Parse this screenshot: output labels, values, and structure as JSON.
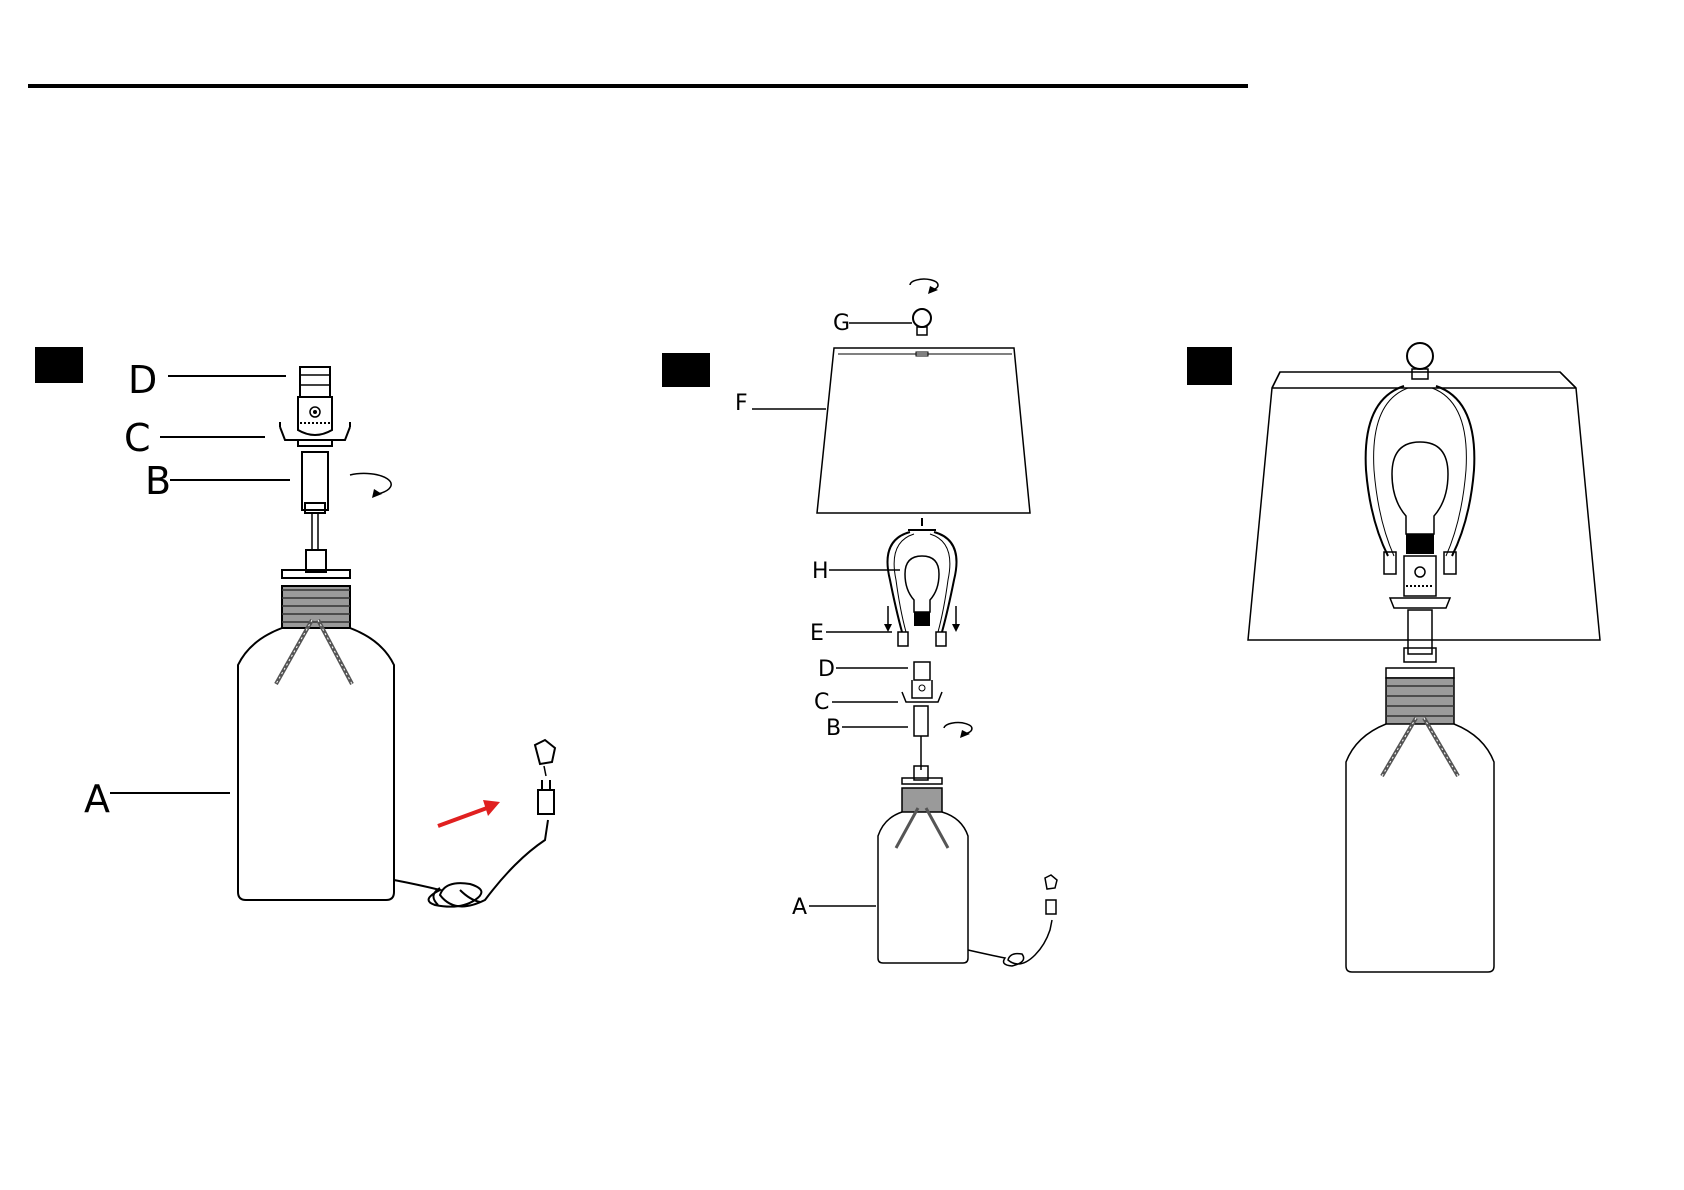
{
  "colors": {
    "ink": "#000000",
    "paper": "#ffffff",
    "arrow": "#e02020",
    "step_box": "#000000"
  },
  "steps": [
    {
      "id": "step-1",
      "labels": {
        "D": "D",
        "C": "C",
        "B": "B",
        "A": "A"
      }
    },
    {
      "id": "step-2",
      "labels": {
        "G": "G",
        "F": "F",
        "H": "H",
        "E": "E",
        "D": "D",
        "C": "C",
        "B": "B",
        "A": "A"
      }
    },
    {
      "id": "step-3",
      "labels": {}
    }
  ]
}
